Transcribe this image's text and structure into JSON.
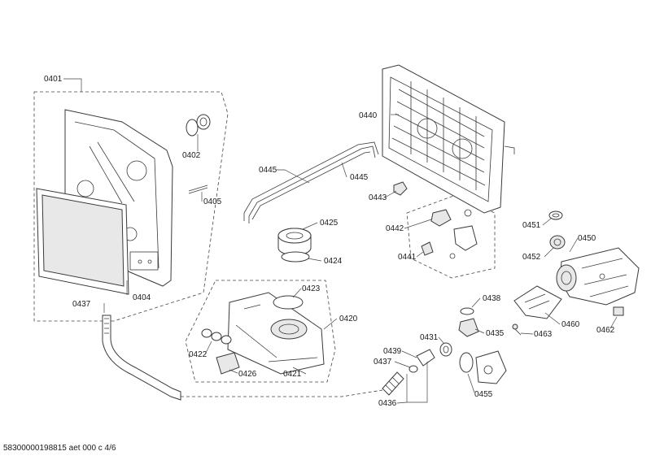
{
  "diagram": {
    "part_labels": {
      "p0401": "0401",
      "p0402": "0402",
      "p0404": "0404",
      "p0405": "0405",
      "p0420": "0420",
      "p0421": "0421",
      "p0422": "0422",
      "p0423": "0423",
      "p0424": "0424",
      "p0425": "0425",
      "p0426": "0426",
      "p0431": "0431",
      "p0435": "0435",
      "p0436": "0436",
      "p0437a": "0437",
      "p0437b": "0437",
      "p0438": "0438",
      "p0439": "0439",
      "p0440": "0440",
      "p0441": "0441",
      "p0442": "0442",
      "p0443": "0443",
      "p0445a": "0445",
      "p0445b": "0445",
      "p0450": "0450",
      "p0451": "0451",
      "p0452": "0452",
      "p0455": "0455",
      "p0460": "0460",
      "p0462": "0462",
      "p0463": "0463"
    },
    "footer": "58300000198815 aet 000 c 4/6"
  }
}
